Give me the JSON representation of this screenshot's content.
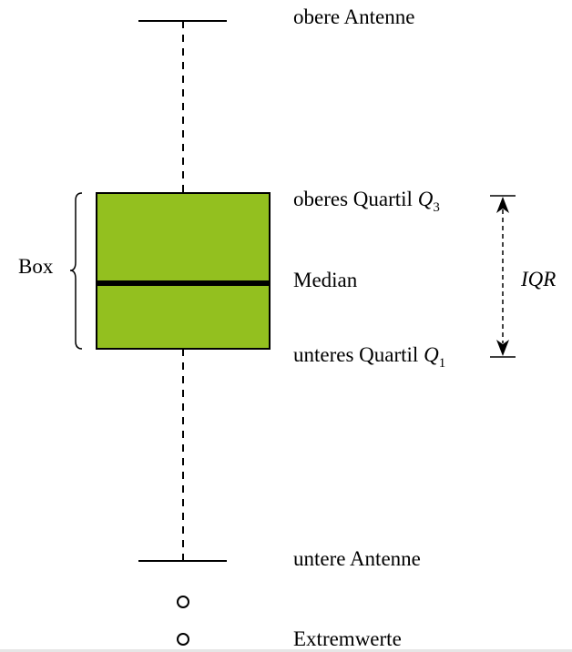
{
  "diagram": {
    "labels": {
      "upper_whisker": "obere Antenne",
      "q3_prefix": "oberes Quartil ",
      "q3_var": "Q",
      "q3_sub": "3",
      "median": "Median",
      "q1_prefix": "unteres Quartil ",
      "q1_var": "Q",
      "q1_sub": "1",
      "lower_whisker": "untere Antenne",
      "outliers": "Extremwerte",
      "box": "Box",
      "iqr": "IQR"
    },
    "colors": {
      "box_fill": "#93c01f",
      "line": "#000000",
      "background": "#ffffff"
    }
  }
}
